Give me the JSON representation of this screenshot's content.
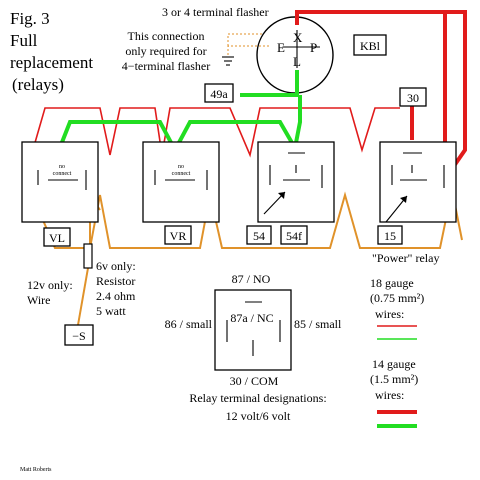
{
  "title": {
    "line1": "Fig. 3",
    "line2": "Full",
    "line3": "replacement",
    "line4": "(relays)"
  },
  "flasher": {
    "caption": "3 or 4 terminal flasher",
    "terminals": {
      "x": "X",
      "e": "E",
      "p": "P",
      "l": "L"
    },
    "note": [
      "This connection",
      "only required for",
      "4−terminal flasher"
    ]
  },
  "labels": {
    "kbl": "KBl",
    "t49a": "49a",
    "t30": "30",
    "vl": "VL",
    "vr": "VR",
    "t54": "54",
    "t54f": "54f",
    "t15": "15",
    "minus_s": "−S",
    "power_relay": "\"Power\" relay"
  },
  "relays": {
    "no_connect_line1": "no",
    "no_connect_line2": "connect"
  },
  "resistor_note": {
    "left": [
      "12v only:",
      "Wire"
    ],
    "right": [
      "6v only:",
      "Resistor",
      "2.4 ohm",
      "5 watt"
    ]
  },
  "legend_relay": {
    "t87": "87 / NO",
    "t86": "86 / small",
    "t87a": "87a / NC",
    "t85": "85 / small",
    "t30": "30 / COM",
    "caption1": "Relay terminal designations:",
    "caption2": "12 volt/6 volt"
  },
  "wire_legend": {
    "g18_line1": "18 gauge",
    "g18_line2": "(0.75 mm²)",
    "g18_line3": "wires:",
    "g14_line1": "14 gauge",
    "g14_line2": "(1.5 mm²)",
    "g14_line3": "wires:"
  },
  "author": "Matt Roberts",
  "colors": {
    "red": "#e11b1b",
    "green": "#22dd22",
    "orange": "#e0922a"
  }
}
